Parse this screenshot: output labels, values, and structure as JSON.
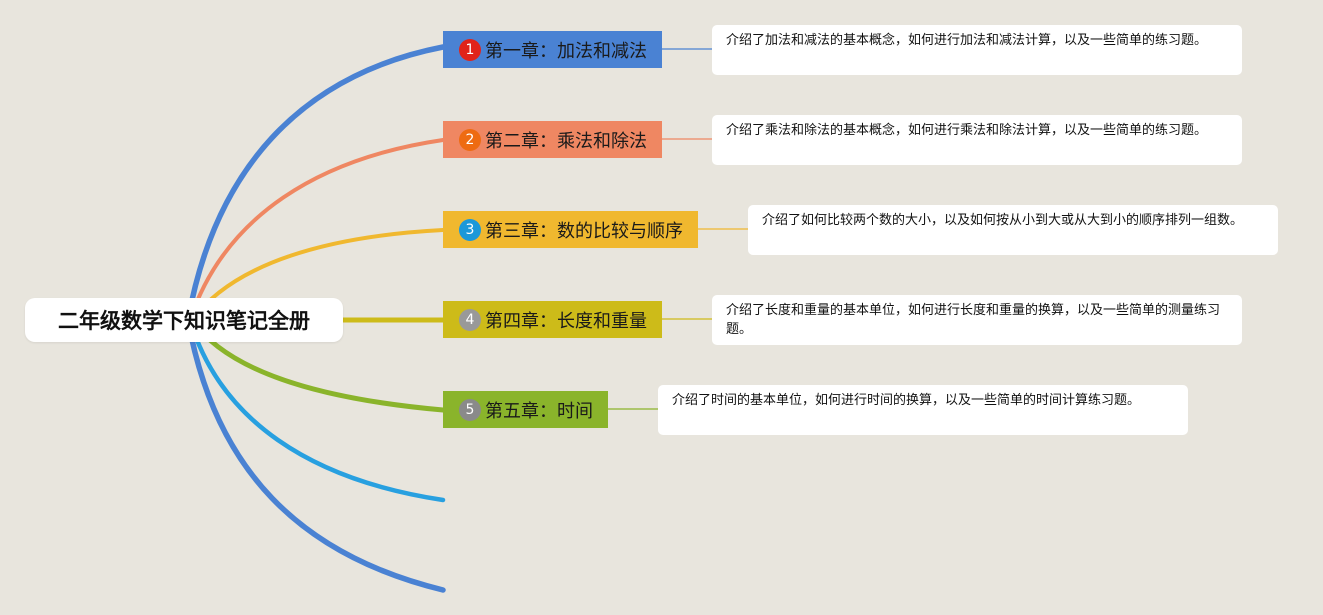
{
  "root": {
    "title": "二年级数学下知识笔记全册"
  },
  "colors": {
    "branch1": "#4a82d3",
    "branch2": "#ef8762",
    "branch3": "#f0b82f",
    "branch4": "#cdbb19",
    "branch5": "#8ab42b",
    "branch6": "#28a0e0",
    "branch7": "#4a82d3",
    "badge1": "#e0231a",
    "badge2": "#ee6b12",
    "badge3": "#1b98d9",
    "badge4": "#999999",
    "badge5": "#8a8a8a"
  },
  "chapters": [
    {
      "number": "1",
      "label": "第一章：加法和减法",
      "note": "介绍了加法和减法的基本概念，如何进行加法和减法计算，以及一些简单的练习题。"
    },
    {
      "number": "2",
      "label": "第二章：乘法和除法",
      "note": "介绍了乘法和除法的基本概念，如何进行乘法和除法计算，以及一些简单的练习题。"
    },
    {
      "number": "3",
      "label": "第三章：数的比较与顺序",
      "note": "介绍了如何比较两个数的大小，以及如何按从小到大或从大到小的顺序排列一组数。"
    },
    {
      "number": "4",
      "label": "第四章：长度和重量",
      "note": "介绍了长度和重量的基本单位，如何进行长度和重量的换算，以及一些简单的测量练习题。"
    },
    {
      "number": "5",
      "label": "第五章：时间",
      "note": "介绍了时间的基本单位，如何进行时间的换算，以及一些简单的时间计算练习题。"
    }
  ]
}
